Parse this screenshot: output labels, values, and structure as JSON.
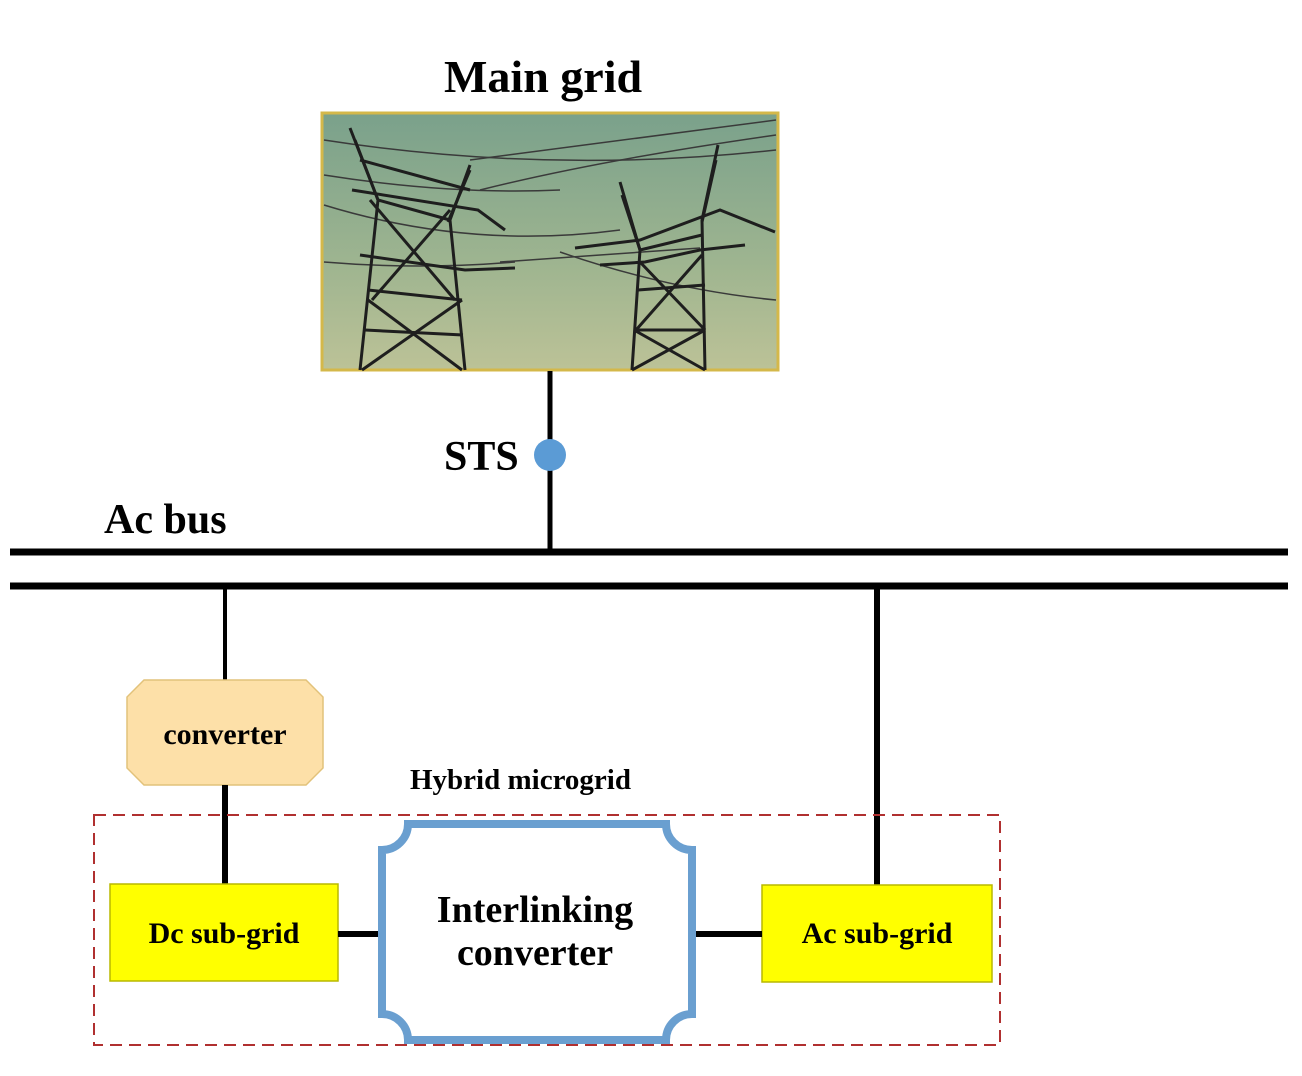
{
  "diagram": {
    "main_grid": {
      "title": "Main grid"
    },
    "sts": {
      "label": "STS"
    },
    "ac_bus": {
      "label": "Ac bus"
    },
    "converter": {
      "label": "converter"
    },
    "hybrid_microgrid": {
      "label": "Hybrid microgrid"
    },
    "dc_sub_grid": {
      "label": "Dc sub-grid"
    },
    "ac_sub_grid": {
      "label": "Ac sub-grid"
    },
    "interlinking_converter": {
      "line1": "Interlinking",
      "line2": "converter"
    }
  },
  "colors": {
    "line": "#000000",
    "sts_node": "#5b9bd5",
    "converter_fill": "#fde0a8",
    "sub_grid_fill": "#ffff00",
    "interlink_border": "#6a9fd0",
    "microgrid_border": "#b03030",
    "photo_border": "#d4b84a"
  }
}
